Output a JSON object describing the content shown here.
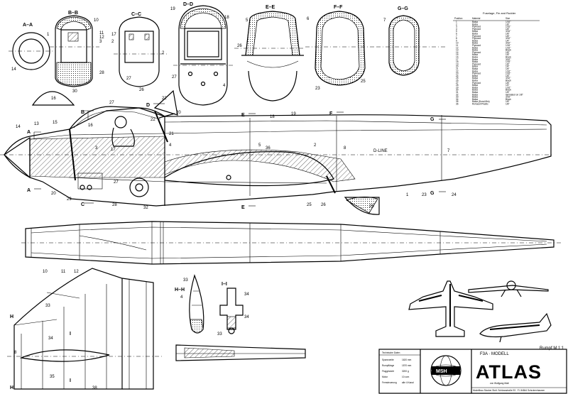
{
  "sections": {
    "aa": "A–A",
    "bb": "B–B",
    "cc": "C–C",
    "dd": "D–D",
    "ee": "E–E",
    "ff": "F–F",
    "gg": "G–G",
    "hh": "H–H",
    "ii": "I–I"
  },
  "cut_letters": {
    "a": "A",
    "b": "B",
    "c": "C",
    "d": "D",
    "e": "E",
    "f": "F",
    "g": "G",
    "h": "H",
    "i": "I"
  },
  "datum_label": "D-LINE",
  "parts_list_title": "Fuselage, Fin and Rudder",
  "parts_list_header": [
    "Position",
    "Material",
    "Size"
  ],
  "parts_list": [
    [
      "1",
      "Balsa",
      "1/16\""
    ],
    [
      "2",
      "Balsa",
      "1/8\""
    ],
    [
      "3",
      "Plywood",
      "1/16\""
    ],
    [
      "4",
      "Plywood",
      "1/8\""
    ],
    [
      "5",
      "Balsa",
      "3/16\""
    ],
    [
      "6",
      "Balsa",
      "1/8\""
    ],
    [
      "7",
      "Plywood",
      "1/8\""
    ],
    [
      "8",
      "Plywood",
      "3/32\""
    ],
    [
      "9",
      "Balsa",
      "1/4\""
    ],
    [
      "10",
      "Balsa",
      "3/32\""
    ],
    [
      "11",
      "Plywood",
      "1/16\""
    ],
    [
      "12",
      "Balsa",
      "1/16\""
    ],
    [
      "13",
      "Balsa",
      "Block"
    ],
    [
      "14",
      "Plywood",
      "1/8\""
    ],
    [
      "15",
      "Balsa",
      "1/8\""
    ],
    [
      "16",
      "Balsa",
      "Block"
    ],
    [
      "17",
      "Balsa",
      "3/32\""
    ],
    [
      "18",
      "Balsa",
      "1/16\""
    ],
    [
      "19",
      "Plywood",
      "1/8\""
    ],
    [
      "20",
      "Balsa",
      "1/4\""
    ],
    [
      "21",
      "Balsa",
      "1/8\""
    ],
    [
      "22",
      "Balsa",
      "1/16\""
    ],
    [
      "23",
      "Plywood",
      "1/16\""
    ],
    [
      "24",
      "Balsa",
      "1/8\""
    ],
    [
      "25",
      "Balsa",
      "3/32\""
    ],
    [
      "26",
      "Balsa",
      "Block"
    ],
    [
      "27",
      "Plywood",
      "1/8\""
    ],
    [
      "28",
      "Balsa",
      "1/4\""
    ],
    [
      "29",
      "Balsa",
      "1/16\""
    ],
    [
      "30",
      "Balsa",
      "Block"
    ],
    [
      "31",
      "Balsa",
      "1/8\""
    ],
    [
      "32",
      "Balsa",
      "laminated on 1/8\""
    ],
    [
      "33",
      "Balsa",
      "3/16\""
    ],
    [
      "34",
      "Balsa",
      "Block"
    ],
    [
      "35",
      "Balsa (Dural-film)",
      "1/8\""
    ],
    [
      "36",
      "Rohacell Plastic",
      "1/8\""
    ]
  ],
  "notes": {
    "scale": "Rumpf  M 1:1"
  },
  "title_block": {
    "class": "F3A · MODELL",
    "name": "ATLAS",
    "designer": "von Wolfgang Matt",
    "specs_header": "Technische Daten",
    "specs": [
      [
        "Spannweite",
        "1620 mm"
      ],
      [
        "Rumpflänge",
        "1570 mm"
      ],
      [
        "Fluggewicht",
        "3200 g"
      ],
      [
        "Motor",
        "10 ccm"
      ],
      [
        "Fernsteuerung",
        "alle 4 Kanal"
      ]
    ],
    "publisher": "Modellbau Stocker  Stolt. Schlossstraße 93 · Fl. 84844 Schrobenhausen"
  }
}
